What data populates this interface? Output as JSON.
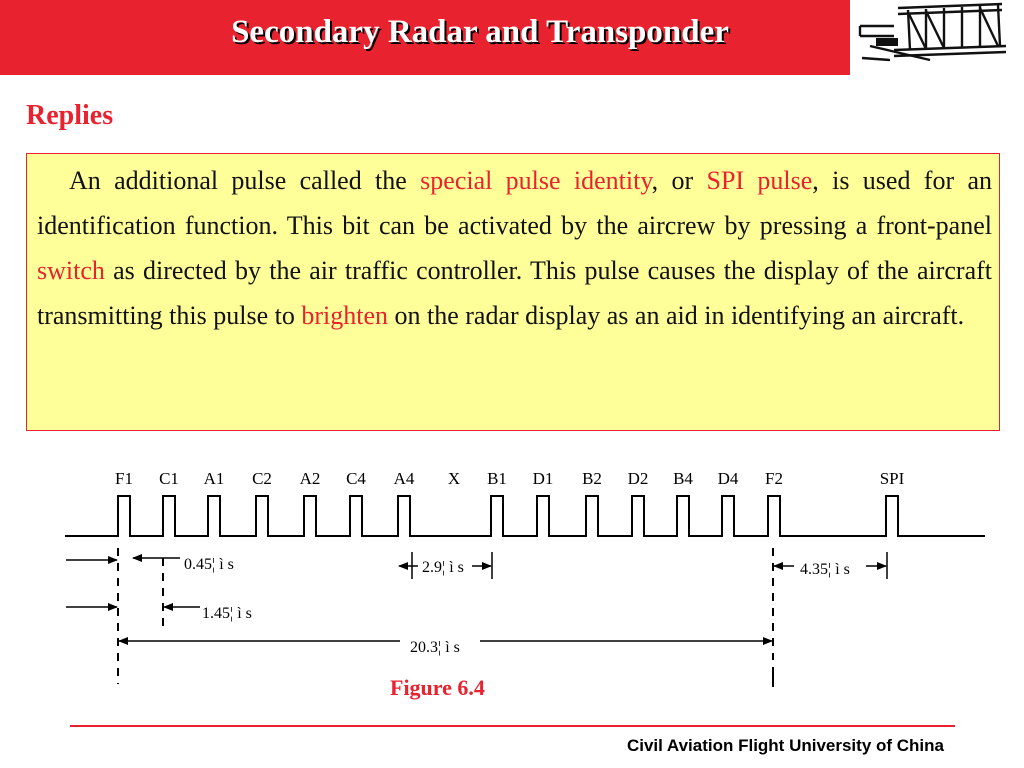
{
  "header": {
    "title": "Secondary Radar and Transponder"
  },
  "section": {
    "title": "Replies"
  },
  "content": {
    "p1": "An additional pulse called the ",
    "h1": "special pulse identity",
    "p2": ", or ",
    "h2": "SPI pulse",
    "p3": ", is used for an identification function. This bit can be activated by the aircrew by pressing a front-panel ",
    "h3": "switch",
    "p4": " as directed by the air traffic controller. This pulse causes the display of the aircraft transmitting this pulse to ",
    "h4": "brighten",
    "p5": " on the radar display as an aid in identifying an aircraft."
  },
  "diagram": {
    "pulse_labels": [
      "F1",
      "C1",
      "A1",
      "C2",
      "A2",
      "C4",
      "A4",
      "X",
      "B1",
      "D1",
      "B2",
      "D2",
      "B4",
      "D4",
      "F2",
      "SPI"
    ],
    "measurements": {
      "m1": "0.45¦ ì s",
      "m2": "2.9¦ ì s",
      "m3": "4.35¦ ì s",
      "m4": "1.45¦ ì s",
      "m5": "20.3¦ ì s"
    },
    "caption": "Figure 6.4"
  },
  "footer": {
    "org": "Civil Aviation Flight University of China"
  },
  "colors": {
    "accent": "#e8232f",
    "box_bg": "#ffff99"
  }
}
